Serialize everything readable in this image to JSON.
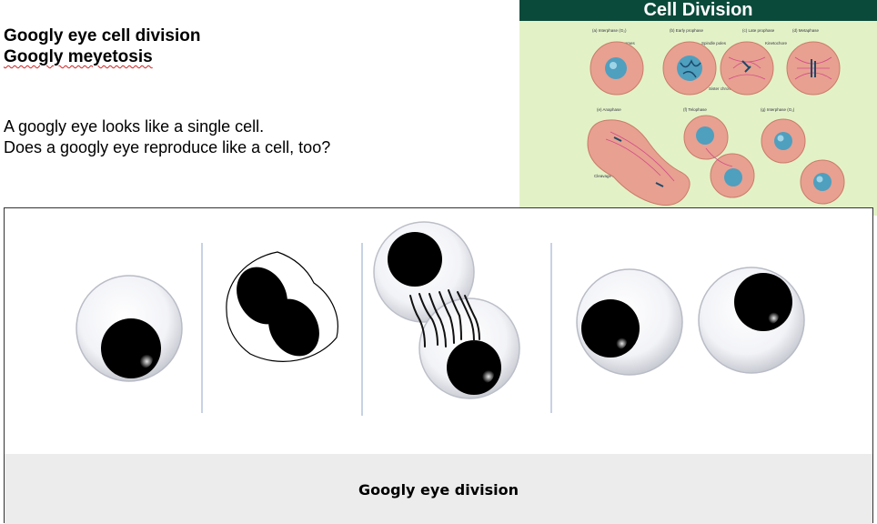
{
  "heading": {
    "line1": "Googly eye cell division",
    "line2": "Googly meyetosis"
  },
  "intro": {
    "line1": "A googly eye looks like a single cell.",
    "line2": "Does a googly eye reproduce like a cell, too?"
  },
  "reference_figure": {
    "title": "Cell Division",
    "stage_labels": [
      "(a) Interphase (G₂)",
      "(b) Early prophase",
      "(c) Late prophase",
      "(d) Metaphase",
      "(e) Anaphase",
      "(f) Telophase",
      "(g) Interphase (G₁)"
    ],
    "callouts": [
      "Centrosomes",
      "Spindle poles",
      "Kinetochore",
      "Sister chromatids",
      "Cleavage furrow"
    ]
  },
  "panel": {
    "caption": "Googly eye division"
  },
  "colors": {
    "header_bg": "#0a4a3a",
    "figure_bg": "#e3f2c6",
    "cell_fill": "#e8a090",
    "nucleus_fill": "#4f9fbf",
    "caption_bar": "#ececec"
  }
}
